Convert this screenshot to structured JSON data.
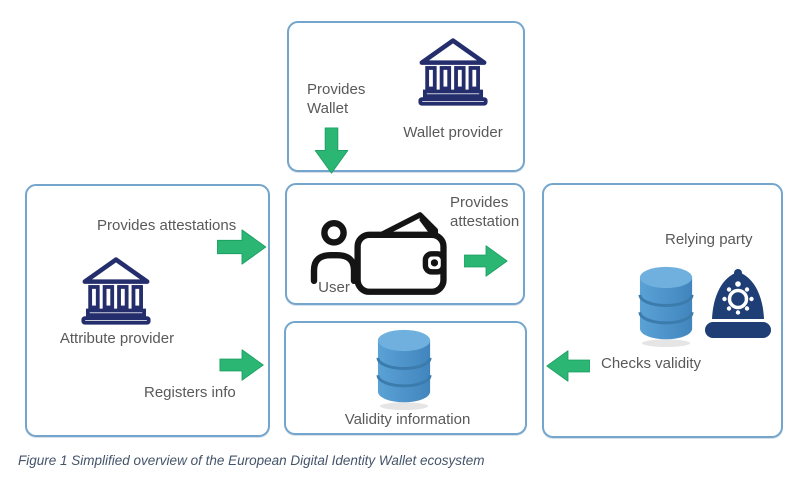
{
  "caption": "Figure 1 Simplified overview of the European Digital Identity Wallet ecosystem",
  "colors": {
    "box_border": "#74a6cd",
    "arrow_green": "#2bb673",
    "bank_navy": "#252e6c",
    "helmet_navy": "#1e3e75",
    "database_blue": "#4b94cb",
    "label_gray": "#595959",
    "caption_color": "#44546a"
  },
  "boxes": {
    "wallet_provider": {
      "action": "Provides Wallet",
      "label": "Wallet provider",
      "icon": "bank-icon"
    },
    "attribute_provider": {
      "action_top": "Provides attestations",
      "label": "Attribute provider",
      "action_bottom": "Registers info",
      "icon": "bank-icon"
    },
    "user": {
      "label": "User",
      "action": "Provides attestation",
      "icons": [
        "person-icon",
        "wallet-icon"
      ]
    },
    "relying_party": {
      "label": "Relying party",
      "action": "Checks validity",
      "icons": [
        "database-icon",
        "police-helmet-icon"
      ]
    },
    "validity_information": {
      "label": "Validity information",
      "icon": "database-icon"
    }
  }
}
